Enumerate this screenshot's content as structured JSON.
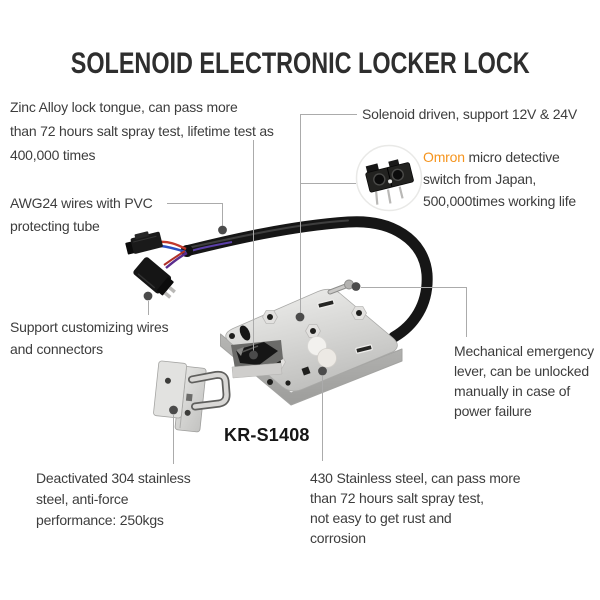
{
  "title": "SOLENOID ELECTRONIC LOCKER LOCK",
  "model_label": "KR-S1408",
  "colors": {
    "accent_orange": "#F5941E",
    "callout_line": "#ABABAB",
    "callout_dot": "#4B4B4B",
    "title_text": "#2E2E2E",
    "body_text": "#3D3D3D"
  },
  "callouts": {
    "zinc_tongue": {
      "lines": [
        "Zinc Alloy lock tongue, can pass more",
        "than 72 hours salt spray test, lifetime test as",
        "400,000 times"
      ]
    },
    "solenoid": {
      "lines": [
        "Solenoid driven, support 12V & 24V"
      ]
    },
    "omron": {
      "brand": "Omron",
      "line1_rest": " micro detective",
      "lines": [
        "switch from Japan,",
        "500,000times working life"
      ]
    },
    "awg": {
      "lines": [
        "AWG24 wires with PVC",
        "protecting tube"
      ]
    },
    "support_wires": {
      "lines": [
        "Support customizing wires",
        "and connectors"
      ]
    },
    "mechanical": {
      "lines": [
        "Mechanical emergency",
        "lever, can be unlocked",
        "manually in case of",
        "power failure"
      ]
    },
    "deactivated": {
      "lines": [
        "Deactivated 304 stainless",
        "steel, anti-force",
        "performance: 250kgs"
      ]
    },
    "steel430": {
      "lines": [
        "430 Stainless steel, can pass more",
        "than 72 hours salt spray test,",
        "not easy to get rust and",
        "corrosion"
      ]
    }
  }
}
